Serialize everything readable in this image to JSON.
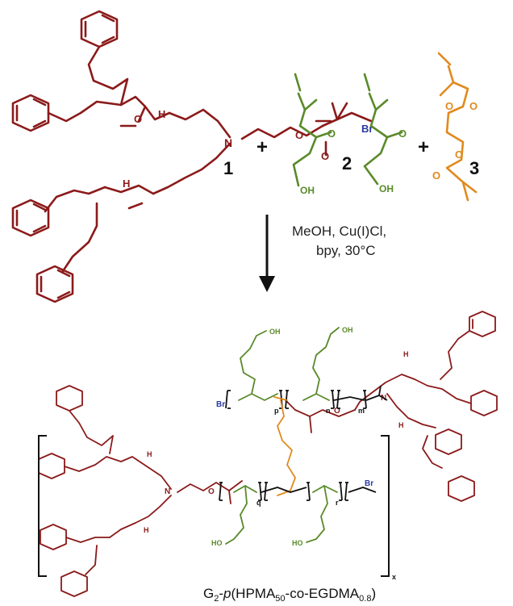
{
  "colors": {
    "initiator": "#8b1a1a",
    "hpma": "#5a8a2a",
    "egdma": "#e08a1e",
    "bromine": "#2a3aa0",
    "text": "#111111"
  },
  "atoms": {
    "o": "O",
    "n": "N",
    "h": "H",
    "br": "Br",
    "oh": "OH",
    "ho": "HO"
  },
  "labels": {
    "compound_1": "1",
    "compound_2": "2",
    "compound_3": "3",
    "plus": "+",
    "conditions_line1": "MeOH, Cu(I)Cl,",
    "conditions_line2": "bpy, 30°C",
    "repeat_p": "p",
    "repeat_n": "n",
    "repeat_m": "m",
    "repeat_q": "q",
    "repeat_r": "r",
    "repeat_x": "x"
  },
  "caption": {
    "prefix": "G",
    "g_sub": "2",
    "dash": "-",
    "p": "p",
    "open": "(HPMA",
    "hpma_sub": "50",
    "co": "-co-EGDMA",
    "egdma_sub": "0.8",
    "close": ")"
  }
}
